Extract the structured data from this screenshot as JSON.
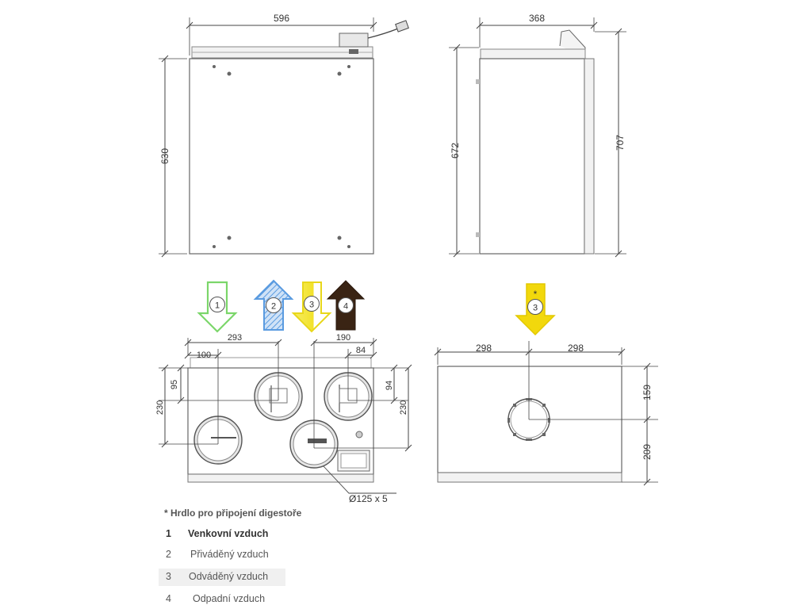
{
  "dimensions": {
    "front_width": "596",
    "front_height": "630",
    "side_width": "368",
    "side_height_body": "672",
    "side_height_total": "707",
    "bottom_293": "293",
    "bottom_100": "100",
    "bottom_190": "190",
    "bottom_84": "84",
    "bottom_95": "95",
    "bottom_94": "94",
    "bottom_230_left": "230",
    "bottom_230_right": "230",
    "duct_diameter": "Ø125 x 5",
    "top_298_left": "298",
    "top_298_right": "298",
    "top_159": "159",
    "top_209": "209"
  },
  "arrows": [
    {
      "label": "1",
      "color": "#7bd66a",
      "direction": "down"
    },
    {
      "label": "2",
      "color": "#5a9be0",
      "direction": "up"
    },
    {
      "label": "3",
      "color": "#f2e22a",
      "direction": "down"
    },
    {
      "label": "4",
      "color": "#3a2414",
      "direction": "up"
    }
  ],
  "hood_arrow": {
    "label": "3",
    "star": "*",
    "color": "#f2d80c"
  },
  "legend": {
    "note": "* Hrdlo pro připojení digestoře",
    "items": [
      {
        "num": "1",
        "label": "Venkovní vzduch"
      },
      {
        "num": "2",
        "label": "Přiváděný vzduch"
      },
      {
        "num": "3",
        "label": "Odváděný vzduch"
      },
      {
        "num": "4",
        "label": "Odpadní vzduch"
      }
    ]
  }
}
